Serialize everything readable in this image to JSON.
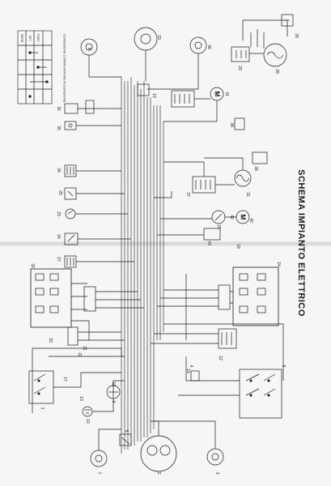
{
  "title": "SCHEMA IMPIANTO ELETTRICO",
  "legend": {
    "caption": "CONDIZIONE COMMUTATORE ACCENSIONE",
    "switch_labels": [
      "SERIE",
      "SET",
      "PARC"
    ],
    "grid_columns": 4,
    "grid_rows": 5
  },
  "components": [
    {
      "num": "1"
    },
    {
      "num": "2"
    },
    {
      "num": "3"
    },
    {
      "num": "4"
    },
    {
      "num": "5"
    },
    {
      "num": "6"
    },
    {
      "num": "7"
    },
    {
      "num": "8"
    },
    {
      "num": "9"
    },
    {
      "num": "10"
    },
    {
      "num": "11"
    },
    {
      "num": "12"
    },
    {
      "num": "13"
    },
    {
      "num": "14"
    },
    {
      "num": "15"
    },
    {
      "num": "16"
    },
    {
      "num": "17"
    },
    {
      "num": "18"
    },
    {
      "num": "19"
    },
    {
      "num": "20"
    },
    {
      "num": "21"
    },
    {
      "num": "22"
    },
    {
      "num": "23"
    },
    {
      "num": "24"
    },
    {
      "num": "25"
    },
    {
      "num": "26"
    },
    {
      "num": "27"
    },
    {
      "num": "28"
    },
    {
      "num": "29"
    },
    {
      "num": "30"
    },
    {
      "num": "31"
    },
    {
      "num": "32"
    },
    {
      "num": "33"
    },
    {
      "num": "34"
    },
    {
      "num": "35"
    },
    {
      "num": "36"
    },
    {
      "num": "37"
    },
    {
      "num": "38"
    },
    {
      "num": "39"
    },
    {
      "num": "40"
    },
    {
      "num": "41"
    },
    {
      "num": "42"
    },
    {
      "num": "43"
    }
  ],
  "symbols": {
    "motor_a": "M",
    "motor_b": "M"
  },
  "colors": {
    "ink": "#1c1c1c",
    "paper": "#f6f6f4",
    "fold": "#d4d4d2"
  }
}
